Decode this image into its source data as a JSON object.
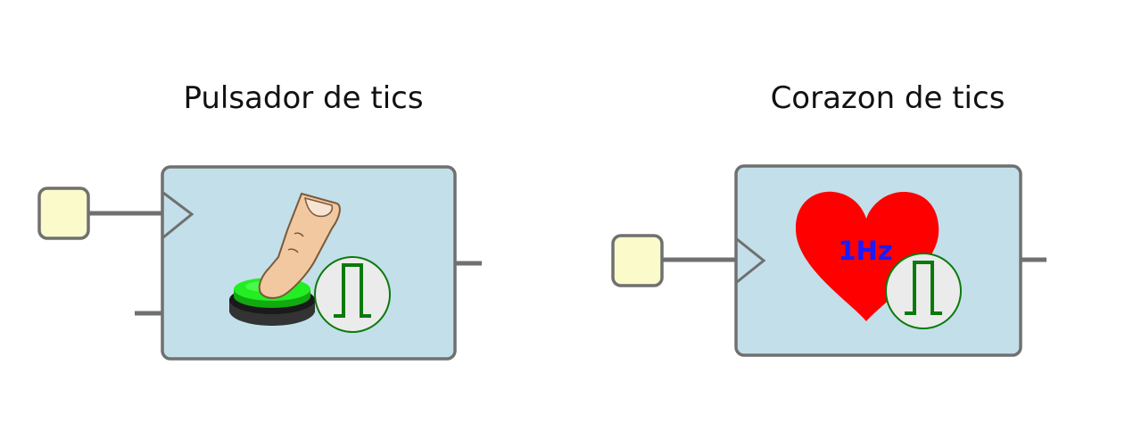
{
  "blocks": [
    {
      "title": "Pulsador de tics"
    },
    {
      "title": "Corazon de tics",
      "frequency_label": "1Hz"
    }
  ],
  "colors": {
    "block_fill": "#c3dfea",
    "block_stroke": "#707070",
    "pin_fill": "#fafacb",
    "heart": "#ff0000",
    "frequency_text": "#1a1aff",
    "pulse_stroke": "#0a7a0a",
    "button_green": "#22ee22"
  }
}
